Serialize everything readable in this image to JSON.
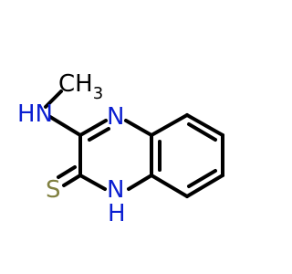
{
  "molecule": {
    "atoms": {
      "methyl": {
        "element": "CH",
        "subscript": "3"
      },
      "amine": {
        "element": "HN"
      },
      "ring_n_top": {
        "element": "N"
      },
      "ring_n_bottom": {
        "element": "N",
        "hydrogen": "H"
      },
      "thione": {
        "element": "S"
      }
    }
  },
  "colors": {
    "bond": "#000000",
    "carbon": "#000000",
    "nitrogen": "#0b1fd1",
    "sulfur": "#808040",
    "background": "#ffffff"
  }
}
